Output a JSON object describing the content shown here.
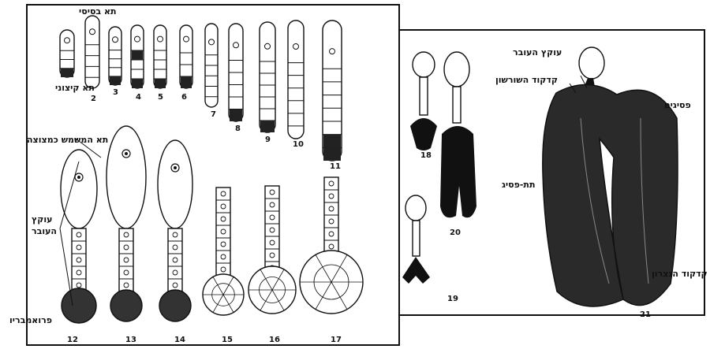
{
  "labels": {
    "basal_cell": "תא בסיסי",
    "terminal_cell": "תא קיצוני",
    "embryo_mother_cell": "תא המשמש כמצוצה",
    "suspensor_1": "עוקץ",
    "suspensor_2": "העובר",
    "proembryo": "פרואמבריו",
    "embryo_suspensor": "עוקץ העובר",
    "root_apex": "קדקוד השורשון",
    "cotyledons": "פסיגים",
    "hypocotyl": "תת-פסיג",
    "shoot_apex": "קדקוד הנצרון"
  },
  "stages": [
    "2",
    "3",
    "4",
    "5",
    "6",
    "7",
    "8",
    "9",
    "10",
    "11",
    "12",
    "13",
    "14",
    "15",
    "16",
    "17",
    "18",
    "19",
    "20",
    "21"
  ]
}
